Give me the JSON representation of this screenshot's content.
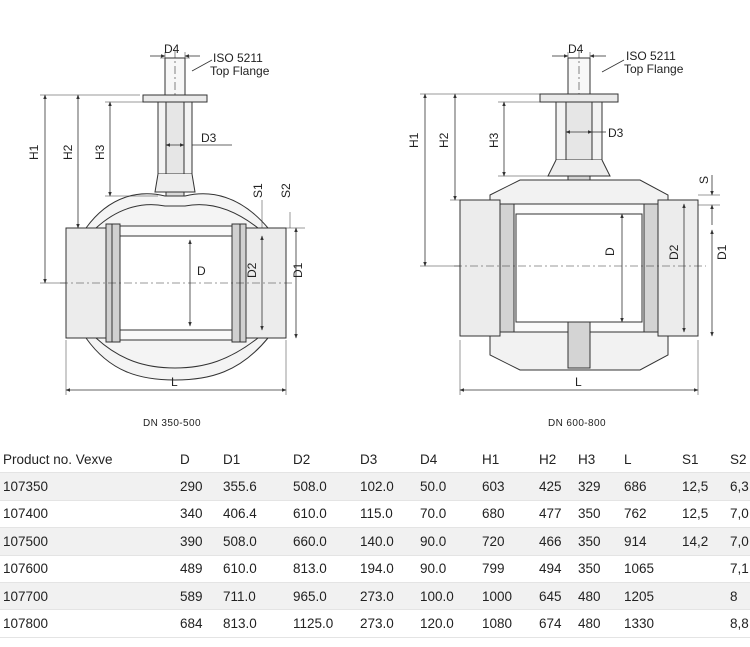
{
  "drawings": {
    "left": {
      "caption": "DN 350-500",
      "top_flange_line1": "ISO 5211",
      "top_flange_line2": "Top Flange",
      "labels": {
        "d4": "D4",
        "h1": "H1",
        "h2": "H2",
        "h3": "H3",
        "d3": "D3",
        "s1": "S1",
        "s2": "S2",
        "d": "D",
        "d2": "D2",
        "d1": "D1",
        "l": "L"
      }
    },
    "right": {
      "caption": "DN 600-800",
      "top_flange_line1": "ISO 5211",
      "top_flange_line2": "Top Flange",
      "labels": {
        "d4": "D4",
        "h1": "H1",
        "h2": "H2",
        "h3": "H3",
        "d3": "D3",
        "s": "S",
        "d": "D",
        "d2": "D2",
        "d1": "D1",
        "l": "L"
      }
    }
  },
  "table": {
    "headers": [
      "Product no. Vexve",
      "D",
      "D1",
      "D2",
      "D3",
      "D4",
      "H1",
      "H2",
      "H3",
      "L",
      "S1",
      "S2"
    ],
    "rows": [
      [
        "107350",
        "290",
        "355.6",
        "508.0",
        "102.0",
        "50.0",
        "603",
        "425",
        "329",
        "686",
        "12,5",
        "6,3"
      ],
      [
        "107400",
        "340",
        "406.4",
        "610.0",
        "115.0",
        "70.0",
        "680",
        "477",
        "350",
        "762",
        "12,5",
        "7,0"
      ],
      [
        "107500",
        "390",
        "508.0",
        "660.0",
        "140.0",
        "90.0",
        "720",
        "466",
        "350",
        "914",
        "14,2",
        "7,0"
      ],
      [
        "107600",
        "489",
        "610.0",
        "813.0",
        "194.0",
        "90.0",
        "799",
        "494",
        "350",
        "1065",
        "",
        "7,1"
      ],
      [
        "107700",
        "589",
        "711.0",
        "965.0",
        "273.0",
        "100.0",
        "1000",
        "645",
        "480",
        "1205",
        "",
        "8"
      ],
      [
        "107800",
        "684",
        "813.0",
        "1125.0",
        "273.0",
        "120.0",
        "1080",
        "674",
        "480",
        "1330",
        "",
        "8,8"
      ]
    ]
  }
}
